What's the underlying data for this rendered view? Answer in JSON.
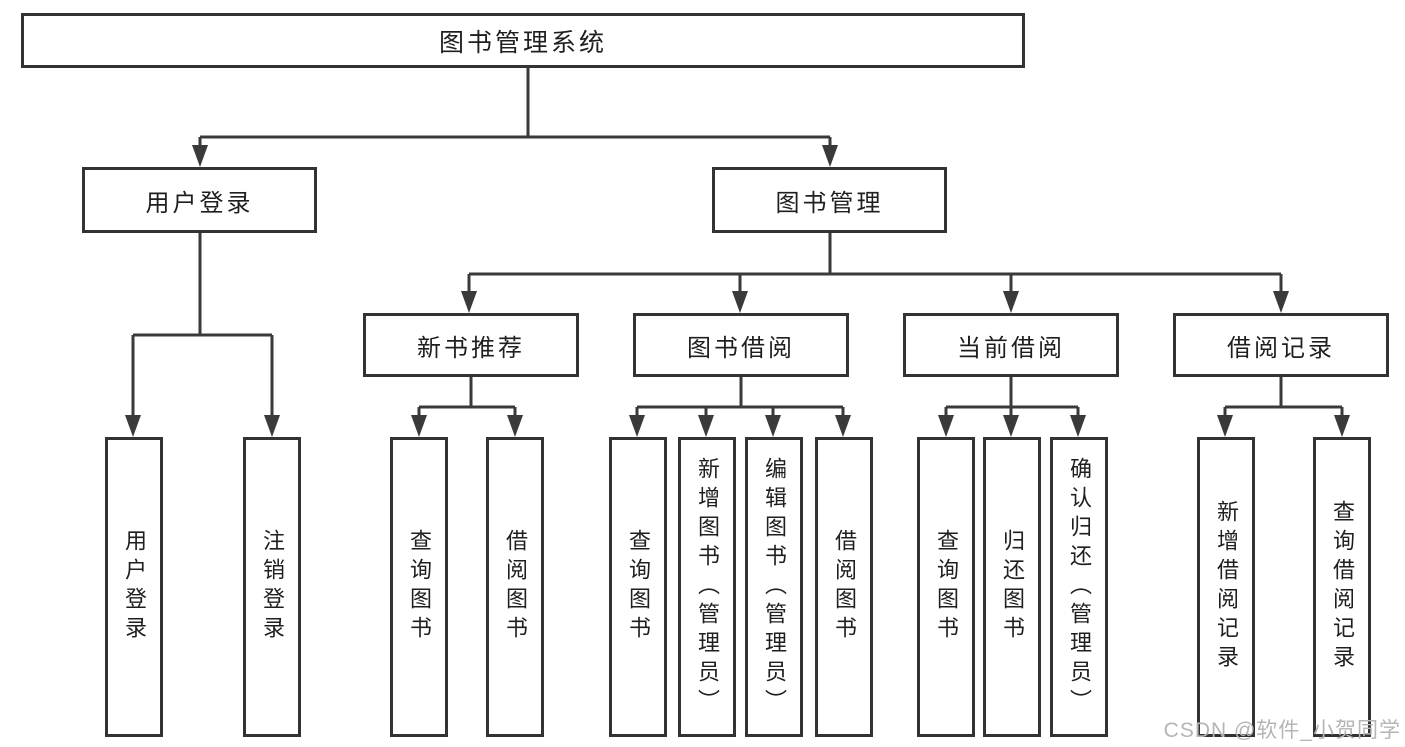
{
  "diagram_title": "图书管理系统",
  "nodes": {
    "root": {
      "label": "图书管理系统"
    },
    "user_login": {
      "label": "用户登录"
    },
    "book_management": {
      "label": "图书管理"
    },
    "new_book_recommend": {
      "label": "新书推荐"
    },
    "book_borrowing": {
      "label": "图书借阅"
    },
    "current_borrowing": {
      "label": "当前借阅"
    },
    "borrowing_records": {
      "label": "借阅记录"
    }
  },
  "leaves": [
    {
      "parent": "用户登录",
      "label": "用户登录"
    },
    {
      "parent": "用户登录",
      "label": "注销登录"
    },
    {
      "parent": "新书推荐",
      "label": "查询图书"
    },
    {
      "parent": "新书推荐",
      "label": "借阅图书"
    },
    {
      "parent": "图书借阅",
      "label": "查询图书"
    },
    {
      "parent": "图书借阅",
      "label": "新增图书（管理员）"
    },
    {
      "parent": "图书借阅",
      "label": "编辑图书（管理员）"
    },
    {
      "parent": "图书借阅",
      "label": "借阅图书"
    },
    {
      "parent": "当前借阅",
      "label": "查询图书"
    },
    {
      "parent": "当前借阅",
      "label": "归还图书"
    },
    {
      "parent": "当前借阅",
      "label": "确认归还（管理员）"
    },
    {
      "parent": "借阅记录",
      "label": "新增借阅记录"
    },
    {
      "parent": "借阅记录",
      "label": "查询借阅记录"
    }
  ],
  "watermark": "CSDN @软件_小贺同学",
  "colors": {
    "line": "#3a3a3a",
    "box_border": "#333333",
    "text": "#1f1f1f",
    "watermark": "#b5b5b5",
    "background": "#ffffff"
  }
}
